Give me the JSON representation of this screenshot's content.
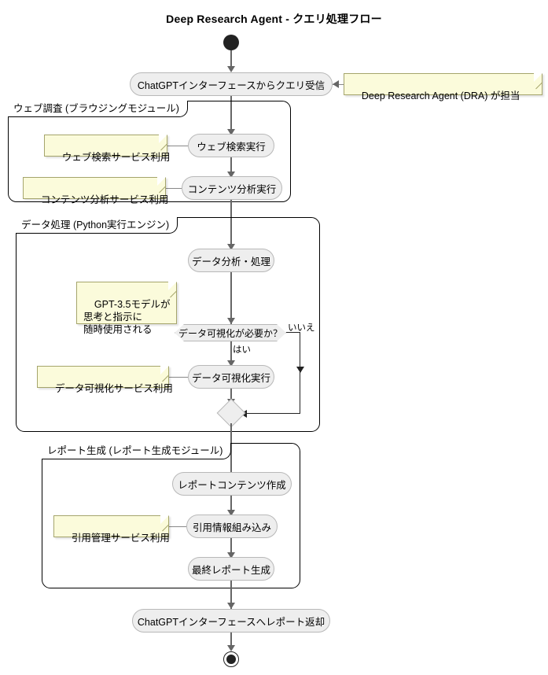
{
  "diagram": {
    "title": "Deep Research Agent - クエリ処理フロー",
    "type": "uml-activity-diagram",
    "colors": {
      "activity_fill": "#EEEEEE",
      "activity_border": "#B8B8B8",
      "note_fill": "#FBFBDB",
      "note_border": "#A5A56C",
      "partition_border": "#000000",
      "connector": "#666666",
      "node_fill": "#222222",
      "background": "#FFFFFF"
    },
    "start_node": "filled-circle",
    "end_node": "bullseye-circle"
  },
  "nodes": {
    "receive_query": "ChatGPTインターフェースからクエリ受信",
    "web_search": "ウェブ検索実行",
    "content_analysis": "コンテンツ分析実行",
    "data_analysis": "データ分析・処理",
    "visualization_decision": "データ可視化が必要か？",
    "run_visualization": "データ可視化実行",
    "create_report_content": "レポートコンテンツ作成",
    "embed_citations": "引用情報組み込み",
    "generate_final_report": "最終レポート生成",
    "return_report": "ChatGPTインターフェースへレポート返却"
  },
  "partitions": {
    "web_research": "ウェブ調査 (ブラウジングモジュール)",
    "data_processing": "データ処理 (Python実行エンジン)",
    "report_generation": "レポート生成 (レポート生成モジュール)"
  },
  "notes": {
    "dra_responsible": "Deep Research Agent (DRA) が担当",
    "web_search_service": "ウェブ検索サービス利用",
    "content_analysis_service": "コンテンツ分析サービス利用",
    "gpt_model": "GPT-3.5モデルが\n思考と指示に\n随時使用される",
    "visualization_service": "データ可視化サービス利用",
    "citation_service": "引用管理サービス利用"
  },
  "edge_labels": {
    "yes": "はい",
    "no": "いいえ"
  }
}
